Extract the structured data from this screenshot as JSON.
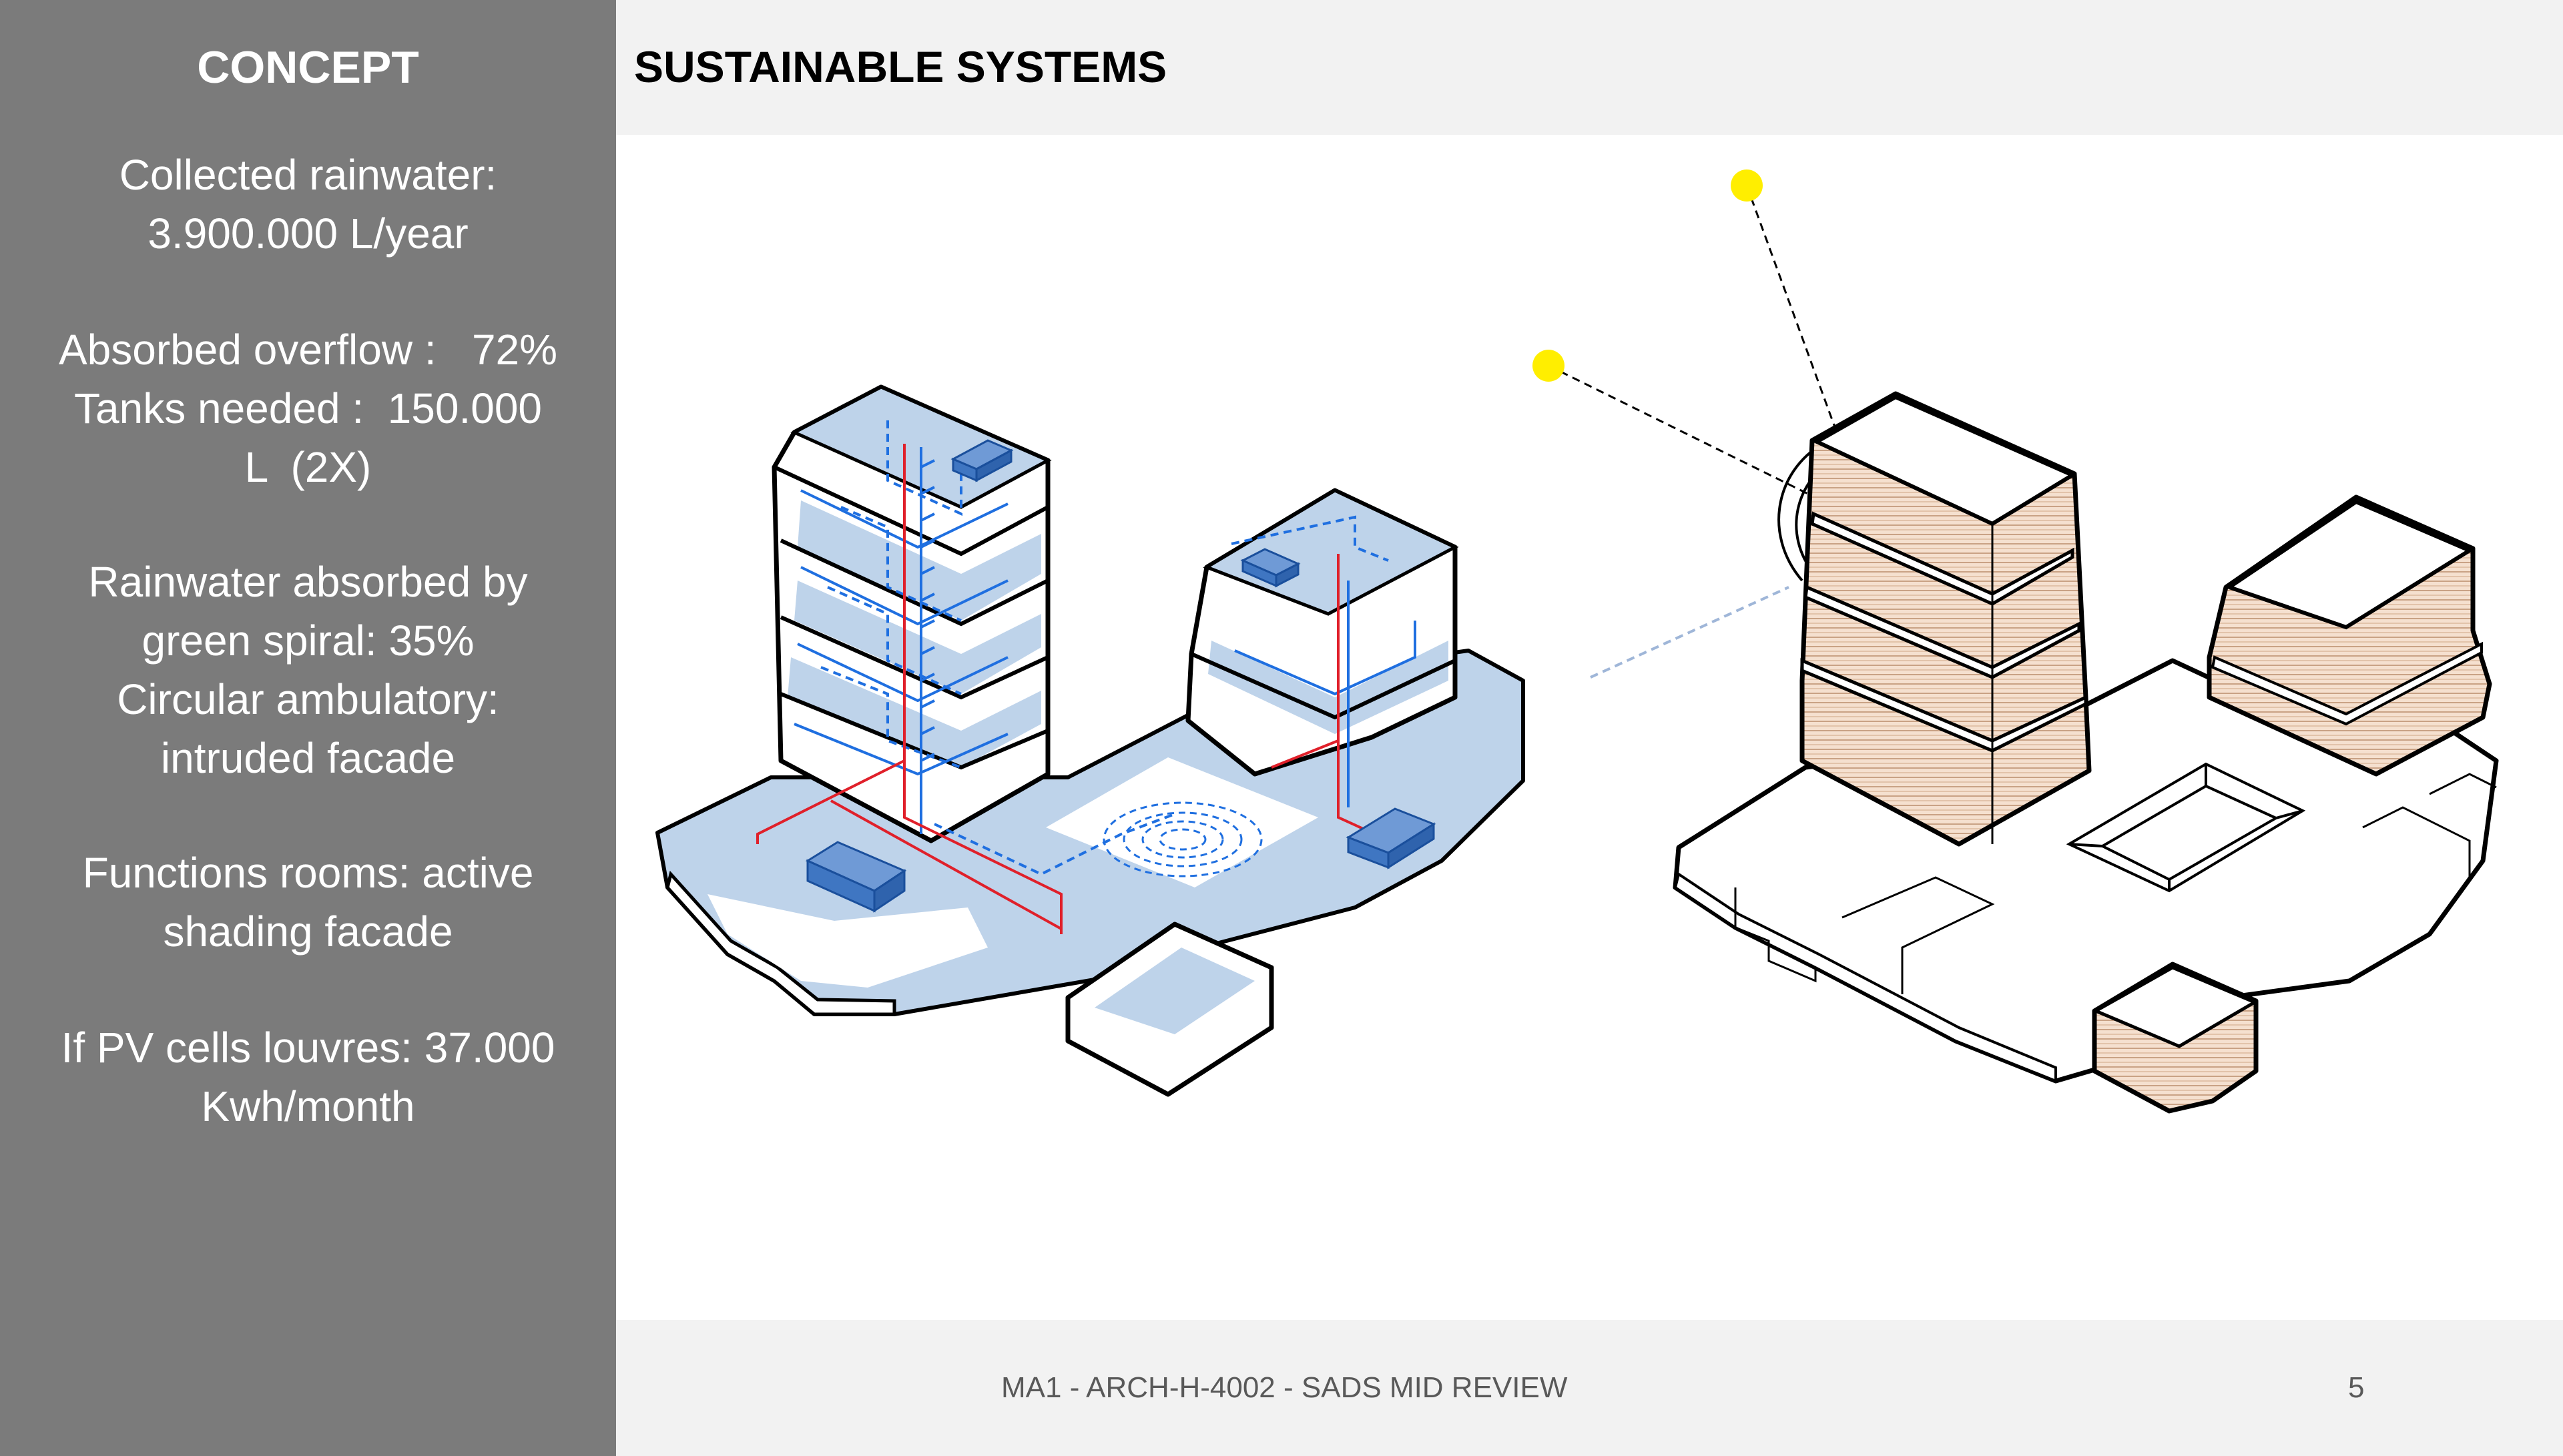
{
  "sidebar": {
    "title": "CONCEPT",
    "blocks": [
      [
        "Collected rainwater:",
        "3.900.000 L/year"
      ],
      [
        "Absorbed overflow :   72%",
        "Tanks needed :  150.000",
        "L  (2X)"
      ],
      [
        "Rainwater absorbed by",
        "green spiral: 35%",
        "Circular ambulatory:",
        "intruded facade"
      ],
      [
        "Functions rooms: active",
        "shading facade"
      ],
      [
        "If PV cells louvres: 37.000",
        "Kwh/month"
      ]
    ]
  },
  "header": {
    "title": "SUSTAINABLE SYSTEMS"
  },
  "footer": {
    "text": "MA1 - ARCH-H-4002 - SADS MID REVIEW",
    "page": "5"
  },
  "colors": {
    "sidebar_bg": "#7b7b7b",
    "water_blue": "#bdd2ea",
    "pipe_blue": "#1f6fe0",
    "tank_blue": "#4a86cf",
    "drain_red": "#e0202a",
    "sun_yellow": "#ffee00",
    "louvre_peach": "#f3d9c4"
  }
}
